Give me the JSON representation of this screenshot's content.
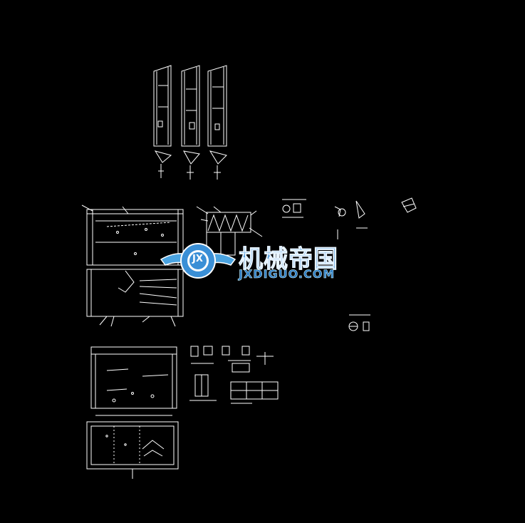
{
  "watermark": {
    "logo_text": "JX",
    "title": "机械帝国",
    "subtitle": "JXDIGUO.COM",
    "colors": {
      "primary": "#3a8fd6",
      "wing": "#4aa3e0",
      "outline": "#ffffff"
    }
  },
  "drawing": {
    "background": "#000000",
    "line_color": "#ffffff"
  }
}
